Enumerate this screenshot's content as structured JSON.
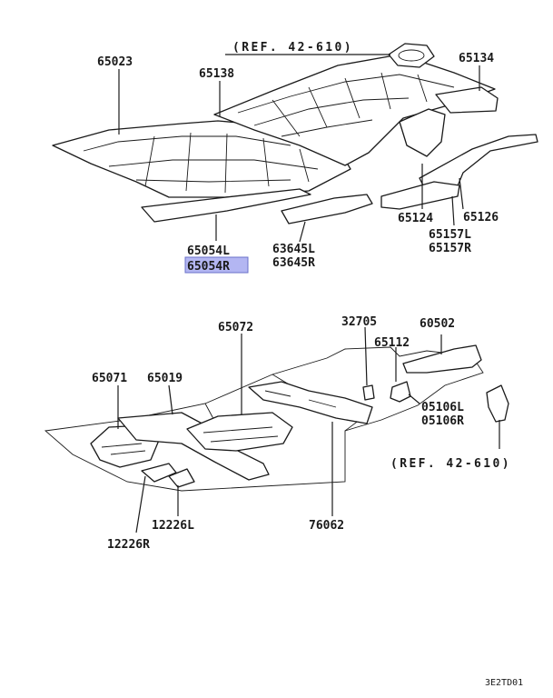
{
  "labels": {
    "ref_top": "(REF. 42-610)",
    "ref_bottom": "(REF. 42-610)",
    "p65023": "65023",
    "p65138": "65138",
    "p65134": "65134",
    "p65124": "65124",
    "p65126": "65126",
    "p65157L": "65157L",
    "p65157R": "65157R",
    "p65054L": "65054L",
    "p65054R": "65054R",
    "p63645L": "63645L",
    "p63645R": "63645R",
    "p65072": "65072",
    "p32705": "32705",
    "p60502": "60502",
    "p65112": "65112",
    "p65071": "65071",
    "p65019": "65019",
    "p05106L": "05106L",
    "p05106R": "05106R",
    "p12226L": "12226L",
    "p12226R": "12226R",
    "p76062": "76062",
    "code": "3E2TD01"
  },
  "highlight_color": "#b3b6f2"
}
